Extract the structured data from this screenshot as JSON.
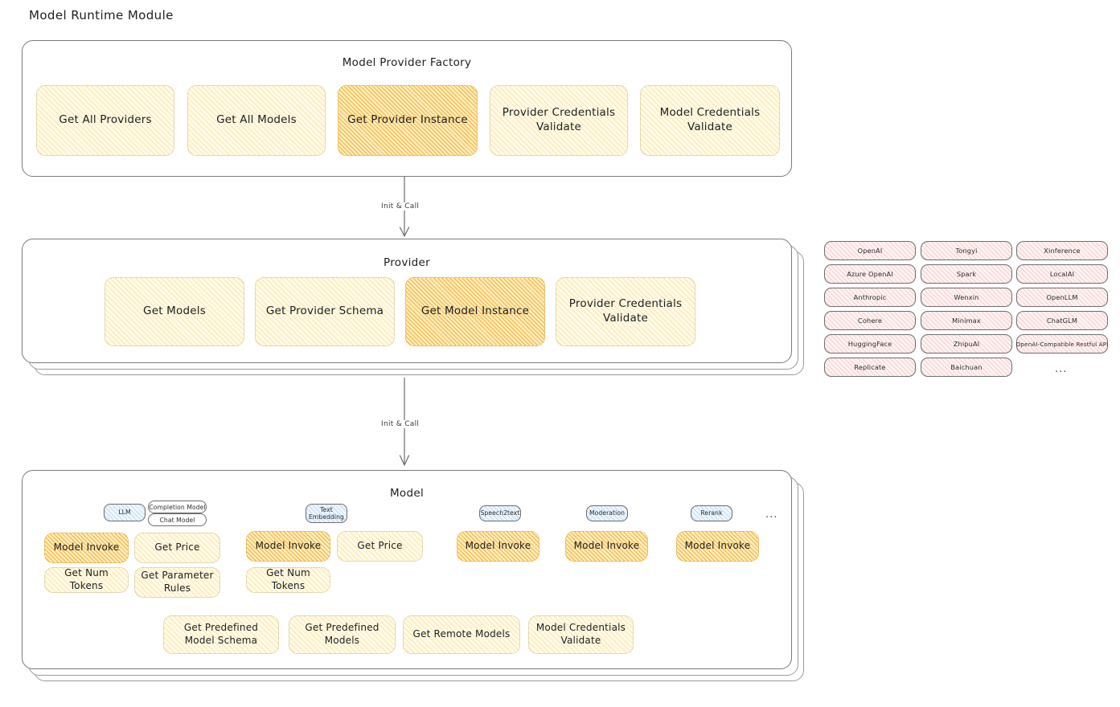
{
  "page": {
    "title": "Model Runtime Module"
  },
  "factory": {
    "title": "Model Provider Factory",
    "ops": [
      {
        "label": "Get All Providers",
        "highlight": false
      },
      {
        "label": "Get All Models",
        "highlight": false
      },
      {
        "label": "Get Provider Instance",
        "highlight": true
      },
      {
        "label": "Provider Credentials Validate",
        "highlight": false
      },
      {
        "label": "Model Credentials Validate",
        "highlight": false
      }
    ]
  },
  "arrows": [
    {
      "label": "Init & Call"
    },
    {
      "label": "Init & Call"
    }
  ],
  "provider": {
    "title": "Provider",
    "ops": [
      {
        "label": "Get Models",
        "highlight": false
      },
      {
        "label": "Get Provider Schema",
        "highlight": false
      },
      {
        "label": "Get Model Instance",
        "highlight": true
      },
      {
        "label": "Provider Credentials Validate",
        "highlight": false
      }
    ]
  },
  "provider_list": {
    "columns": [
      [
        "OpenAI",
        "Azure OpenAI",
        "Anthropic",
        "Cohere",
        "HuggingFace",
        "Replicate"
      ],
      [
        "Tongyi",
        "Spark",
        "Wenxin",
        "Minimax",
        "ZhipuAI",
        "Baichuan"
      ],
      [
        "Xinference",
        "LocalAI",
        "OpenLLM",
        "ChatGLM",
        "OpenAI-Compatible Restful API"
      ]
    ],
    "more": "..."
  },
  "model": {
    "title": "Model",
    "more": "...",
    "types": [
      {
        "name": "LLM",
        "sub_chips": [
          "Completion Model",
          "Chat Model"
        ],
        "ops": [
          {
            "label": "Model Invoke",
            "highlight": true
          },
          {
            "label": "Get Price",
            "highlight": false
          },
          {
            "label": "Get Num Tokens",
            "highlight": false
          },
          {
            "label": "Get Parameter Rules",
            "highlight": false
          }
        ]
      },
      {
        "name": "Text Embedding",
        "sub_chips": [],
        "ops": [
          {
            "label": "Model Invoke",
            "highlight": true
          },
          {
            "label": "Get Price",
            "highlight": false
          },
          {
            "label": "Get Num Tokens",
            "highlight": false
          }
        ]
      },
      {
        "name": "Speech2text",
        "sub_chips": [],
        "ops": [
          {
            "label": "Model Invoke",
            "highlight": true
          }
        ]
      },
      {
        "name": "Moderation",
        "sub_chips": [],
        "ops": [
          {
            "label": "Model Invoke",
            "highlight": true
          }
        ]
      },
      {
        "name": "Rerank",
        "sub_chips": [],
        "ops": [
          {
            "label": "Model Invoke",
            "highlight": true
          }
        ]
      }
    ],
    "common_ops": [
      {
        "label": "Get Predefined Model Schema"
      },
      {
        "label": "Get Predefined Models"
      },
      {
        "label": "Get Remote Models"
      },
      {
        "label": "Model Credentials Validate"
      }
    ]
  },
  "colors": {
    "op_fill": "#fffaea",
    "op_highlight_fill": "#ffeec4",
    "provider_chip_fill": "#fff3f3",
    "type_chip_fill": "#eef6fd",
    "panel_stroke": "#7b7b7b",
    "text": "#1e1e1e"
  }
}
